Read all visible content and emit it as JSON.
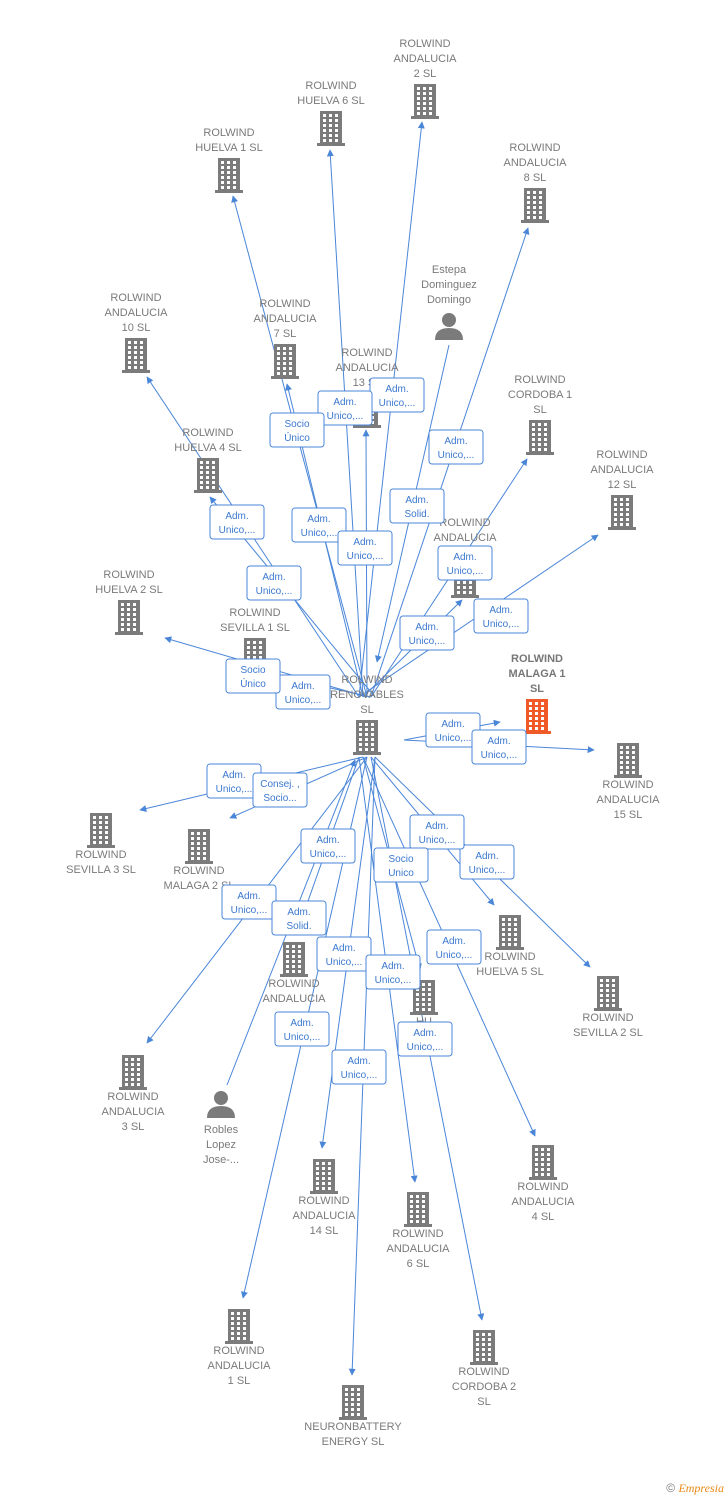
{
  "nodes": [
    {
      "id": "center",
      "type": "company",
      "lines": [
        "ROLWIND",
        "RENOVABLES",
        "SL"
      ]
    },
    {
      "id": "malaga1",
      "type": "company",
      "focus": true,
      "lines": [
        "ROLWIND",
        "MALAGA 1",
        "SL"
      ]
    },
    {
      "id": "and2",
      "type": "company",
      "lines": [
        "ROLWIND",
        "ANDALUCIA",
        "2  SL"
      ]
    },
    {
      "id": "hu6",
      "type": "company",
      "lines": [
        "ROLWIND",
        "HUELVA 6  SL"
      ]
    },
    {
      "id": "hu1",
      "type": "company",
      "lines": [
        "ROLWIND",
        "HUELVA 1  SL"
      ]
    },
    {
      "id": "and8",
      "type": "company",
      "lines": [
        "ROLWIND",
        "ANDALUCIA",
        "8  SL"
      ]
    },
    {
      "id": "estepa",
      "type": "person",
      "lines": [
        "Estepa",
        "Dominguez",
        "Domingo"
      ]
    },
    {
      "id": "and10",
      "type": "company",
      "lines": [
        "ROLWIND",
        "ANDALUCIA",
        "10  SL"
      ]
    },
    {
      "id": "and7",
      "type": "company",
      "lines": [
        "ROLWIND",
        "ANDALUCIA",
        "7  SL"
      ]
    },
    {
      "id": "and13",
      "type": "company",
      "lines": [
        "ROLWIND",
        "ANDALUCIA",
        "13  SL"
      ]
    },
    {
      "id": "cor1",
      "type": "company",
      "lines": [
        "ROLWIND",
        "CORDOBA 1",
        "SL"
      ]
    },
    {
      "id": "hu4",
      "type": "company",
      "lines": [
        "ROLWIND",
        "HUELVA 4  SL"
      ]
    },
    {
      "id": "and12",
      "type": "company",
      "lines": [
        "ROLWIND",
        "ANDALUCIA",
        "12  SL"
      ]
    },
    {
      "id": "and9",
      "type": "company",
      "lines": [
        "ROLWIND",
        "ANDALUCIA",
        "9  SL"
      ]
    },
    {
      "id": "hu2",
      "type": "company",
      "lines": [
        "ROLWIND",
        "HUELVA 2  SL"
      ]
    },
    {
      "id": "sev1",
      "type": "company",
      "lines": [
        "ROLWIND",
        "SEVILLA 1  SL"
      ]
    },
    {
      "id": "and15",
      "type": "company",
      "lines": [
        "ROLWIND",
        "ANDALUCIA",
        "15  SL"
      ]
    },
    {
      "id": "sev3",
      "type": "company",
      "lines": [
        "ROLWIND",
        "SEVILLA 3  SL"
      ]
    },
    {
      "id": "mal2",
      "type": "company",
      "lines": [
        "ROLWIND",
        "MALAGA 2  SL"
      ]
    },
    {
      "id": "hu5",
      "type": "company",
      "lines": [
        "ROLWIND",
        "HUELVA 5  SL"
      ]
    },
    {
      "id": "sev2",
      "type": "company",
      "lines": [
        "ROLWIND",
        "SEVILLA 2  SL"
      ]
    },
    {
      "id": "and11",
      "type": "company",
      "lines": [
        "ROLWIND",
        "ANDALUCIA"
      ]
    },
    {
      "id": "hu3",
      "type": "company",
      "lines": [
        "HU",
        "SL"
      ]
    },
    {
      "id": "and3",
      "type": "company",
      "lines": [
        "ROLWIND",
        "ANDALUCIA",
        "3  SL"
      ]
    },
    {
      "id": "robles",
      "type": "person",
      "lines": [
        "Robles",
        "Lopez",
        "Jose-..."
      ]
    },
    {
      "id": "and14",
      "type": "company",
      "lines": [
        "ROLWIND",
        "ANDALUCIA",
        "14  SL"
      ]
    },
    {
      "id": "and6",
      "type": "company",
      "lines": [
        "ROLWIND",
        "ANDALUCIA",
        "6  SL"
      ]
    },
    {
      "id": "and4",
      "type": "company",
      "lines": [
        "ROLWIND",
        "ANDALUCIA",
        "4  SL"
      ]
    },
    {
      "id": "and1",
      "type": "company",
      "lines": [
        "ROLWIND",
        "ANDALUCIA",
        "1  SL"
      ]
    },
    {
      "id": "cor2",
      "type": "company",
      "lines": [
        "ROLWIND",
        "CORDOBA 2",
        "SL"
      ]
    },
    {
      "id": "neuron",
      "type": "company",
      "lines": [
        "NEURONBATTERY",
        "ENERGY  SL"
      ]
    }
  ],
  "edges": [
    {
      "from": "center",
      "to": "and2",
      "label": [
        "Adm.",
        "Unico,..."
      ]
    },
    {
      "from": "center",
      "to": "hu6",
      "label": [
        "Adm.",
        "Unico,..."
      ]
    },
    {
      "from": "center",
      "to": "hu1",
      "label": [
        "Adm.",
        "Unico,..."
      ]
    },
    {
      "from": "center",
      "to": "and8",
      "label": [
        "Adm.",
        "Unico,..."
      ]
    },
    {
      "from": "estepa",
      "to": "center",
      "label": [
        "Adm.",
        "Solid."
      ]
    },
    {
      "from": "center",
      "to": "and10",
      "label": [
        "Adm.",
        "Unico,..."
      ]
    },
    {
      "from": "center",
      "to": "and7",
      "label": [
        "Socio",
        "Único"
      ]
    },
    {
      "from": "center",
      "to": "and13",
      "label": [
        "Adm.",
        "Unico,..."
      ]
    },
    {
      "from": "center",
      "to": "cor1",
      "label": [
        "Adm.",
        "Unico,..."
      ]
    },
    {
      "from": "center",
      "to": "hu4",
      "label": [
        "Adm.",
        "Unico,..."
      ]
    },
    {
      "from": "center",
      "to": "and12",
      "label": [
        "Adm.",
        "Unico,..."
      ]
    },
    {
      "from": "center",
      "to": "and9",
      "label": [
        "Adm.",
        "Unico,..."
      ]
    },
    {
      "from": "center",
      "to": "hu2",
      "label": [
        "Adm.",
        "Unico,..."
      ]
    },
    {
      "from": "center",
      "to": "sev1",
      "label": [
        "Socio",
        "Único"
      ]
    },
    {
      "from": "center",
      "to": "malaga1",
      "label": [
        "Adm.",
        "Unico,..."
      ]
    },
    {
      "from": "center",
      "to": "and15",
      "label": [
        "Adm.",
        "Unico,..."
      ]
    },
    {
      "from": "center",
      "to": "sev3",
      "label": [
        "Adm.",
        "Unico,..."
      ]
    },
    {
      "from": "center",
      "to": "mal2",
      "label": [
        "Consej. ,",
        "Socio..."
      ]
    },
    {
      "from": "center",
      "to": "hu5",
      "label": [
        "Adm.",
        "Unico,..."
      ]
    },
    {
      "from": "center",
      "to": "sev2",
      "label": [
        "Adm.",
        "Unico,..."
      ]
    },
    {
      "from": "center",
      "to": "and11",
      "label": [
        "Adm.",
        "Unico,..."
      ]
    },
    {
      "from": "center",
      "to": "hu3",
      "label": [
        "Socio",
        "Unico"
      ]
    },
    {
      "from": "center",
      "to": "and3",
      "label": [
        "Adm.",
        "Unico,..."
      ]
    },
    {
      "from": "robles",
      "to": "center",
      "label": [
        "Adm.",
        "Solid."
      ]
    },
    {
      "from": "center",
      "to": "and14",
      "label": [
        "Adm.",
        "Unico,..."
      ]
    },
    {
      "from": "center",
      "to": "and6",
      "label": [
        "Adm.",
        "Unico,..."
      ]
    },
    {
      "from": "center",
      "to": "and4",
      "label": [
        "Adm.",
        "Unico,..."
      ]
    },
    {
      "from": "center",
      "to": "and1",
      "label": [
        "Adm.",
        "Unico,..."
      ]
    },
    {
      "from": "center",
      "to": "cor2",
      "label": [
        "Adm.",
        "Unico,..."
      ]
    },
    {
      "from": "center",
      "to": "neuron",
      "label": [
        "Adm.",
        "Unico,..."
      ]
    }
  ],
  "colors": {
    "edge": "#4a86d8",
    "edge_text": "#3b78cf",
    "node": "#7b7b7b",
    "focus": "#f05a28",
    "label": "#7a7a7a"
  },
  "watermark": {
    "symbol": "©",
    "brand": "Empresia"
  }
}
